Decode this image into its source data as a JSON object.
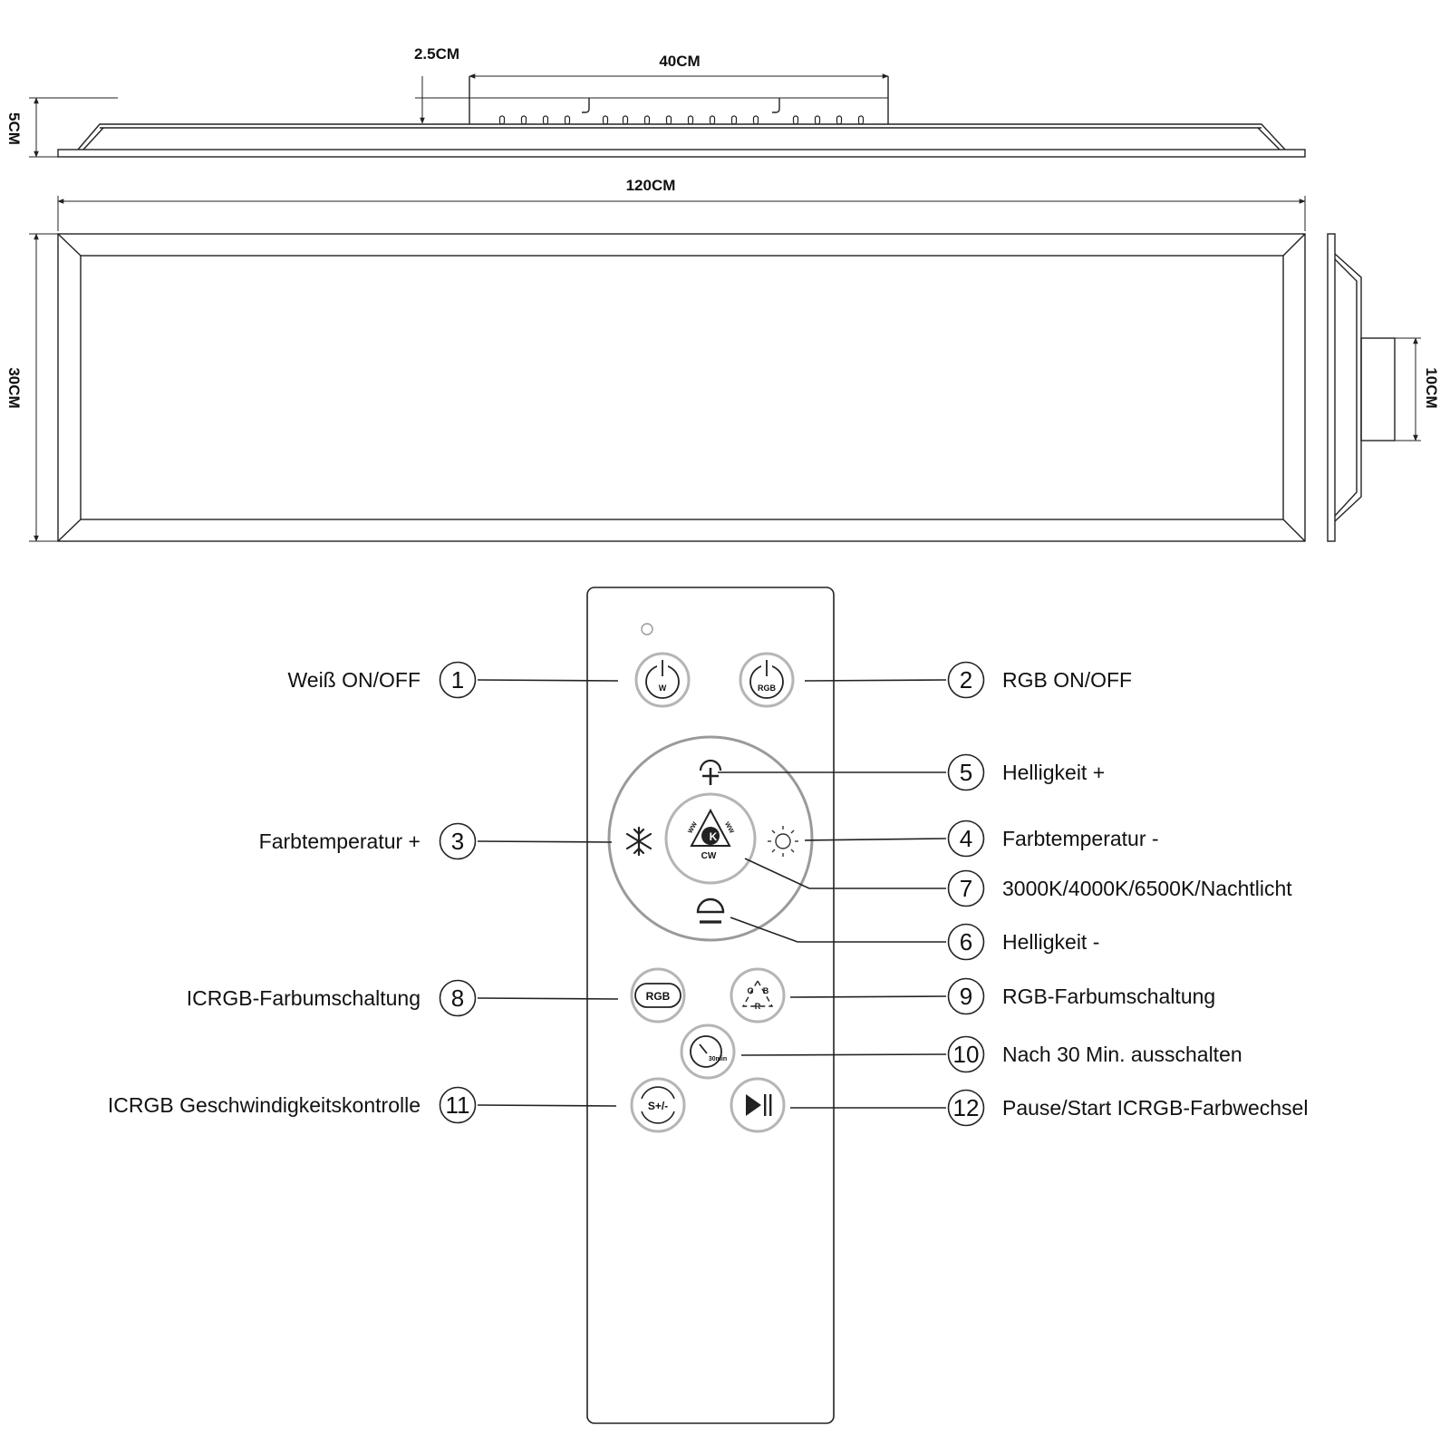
{
  "dimensions": {
    "depth_offset": "2.5CM",
    "mount_width": "40CM",
    "height": "5CM",
    "length": "120CM",
    "width": "30CM",
    "base_width": "10CM"
  },
  "remote": {
    "icon_texts": {
      "white_power": "W",
      "rgb_power": "RGB",
      "cct_k": "K",
      "cct_ww_left": "WW",
      "cct_ww_right": "WW",
      "cct_cw": "CW",
      "icrgb": "RGB",
      "rgb_g": "G",
      "rgb_b": "B",
      "rgb_r": "R",
      "timer": "30min",
      "speed": "S+/-"
    }
  },
  "callouts": [
    {
      "number": "1",
      "label": "Weiß ON/OFF"
    },
    {
      "number": "2",
      "label": "RGB ON/OFF"
    },
    {
      "number": "3",
      "label": "Farbtemperatur +"
    },
    {
      "number": "4",
      "label": "Farbtemperatur -"
    },
    {
      "number": "5",
      "label": "Helligkeit +"
    },
    {
      "number": "6",
      "label": "Helligkeit -"
    },
    {
      "number": "7",
      "label": "3000K/4000K/6500K/Nachtlicht"
    },
    {
      "number": "8",
      "label": "ICRGB-Farbumschaltung"
    },
    {
      "number": "9",
      "label": "RGB-Farbumschaltung"
    },
    {
      "number": "10",
      "label": "Nach 30 Min. ausschalten"
    },
    {
      "number": "11",
      "label": "ICRGB Geschwindigkeitskontrolle"
    },
    {
      "number": "12",
      "label": "Pause/Start ICRGB-Farbwechsel"
    }
  ],
  "colors": {
    "line": "#222222",
    "ring": "#9a9a9a",
    "button_ring": "#b5b5b5"
  }
}
